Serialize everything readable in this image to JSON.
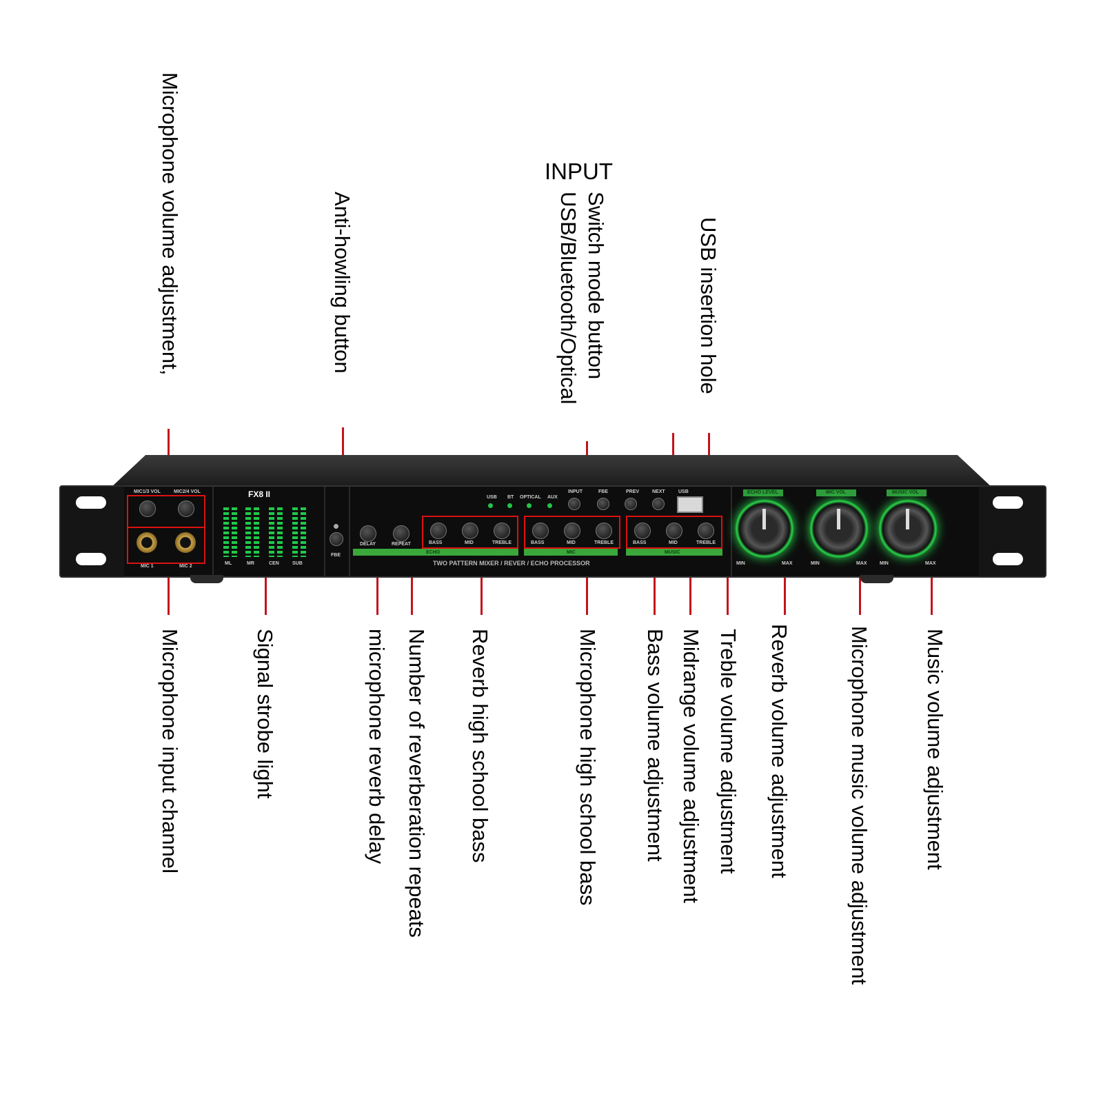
{
  "header": {
    "input_title": "INPUT"
  },
  "callouts_top": {
    "mic_volume": "Microphone volume adjustment,",
    "anti_howling": "Anti-howling button",
    "switch_mode": "Switch mode button",
    "usb_bt_optical": "USB/Bluetooth/Optical",
    "usb_hole": "USB insertion hole"
  },
  "callouts_bottom": {
    "mic_input": "Microphone input channel",
    "strobe": "Signal strobe light",
    "reverb_delay": "microphone reverb delay",
    "reverb_repeats": "Number of reverberation repeats",
    "reverb_eq": "Reverb high school bass",
    "mic_eq": "Microphone high school bass",
    "bass": "Bass volume adjustment",
    "midrange": "Midrange volume adjustment",
    "treble": "Treble volume adjustment",
    "reverb_vol": "Reverb volume adjustment",
    "mic_music_vol": "Microphone music volume adjustment",
    "music_vol": "Music volume adjustment"
  },
  "device": {
    "model": "FX8 II",
    "mic_labels": [
      "MIC1/3 VOL",
      "MIC2/4 VOL",
      "MIC 1",
      "MIC 2"
    ],
    "meter_labels": [
      "ML",
      "MR",
      "CEN",
      "SUB"
    ],
    "input_leds": [
      "USB",
      "BT",
      "OPTICAL",
      "AUX"
    ],
    "mode_buttons": [
      "INPUT",
      "FBE",
      "PREV",
      "NEXT"
    ],
    "usb_label": "USB",
    "fbe_label": "FBE",
    "knob_labels": [
      "DELAY",
      "REPEAT",
      "BASS",
      "MID",
      "TREBLE",
      "BASS",
      "MID",
      "TREBLE",
      "BASS",
      "MID",
      "TREBLE"
    ],
    "group_labels": [
      "ECHO",
      "MIC",
      "MUSIC"
    ],
    "big_knob_tags": [
      "ECHO LEVEL",
      "MIC VOL",
      "MUSIC VOL"
    ],
    "min_label": "MIN",
    "max_label": "MAX",
    "subtitle": "TWO PATTERN MIXER / REVER / ECHO PROCESSOR"
  }
}
